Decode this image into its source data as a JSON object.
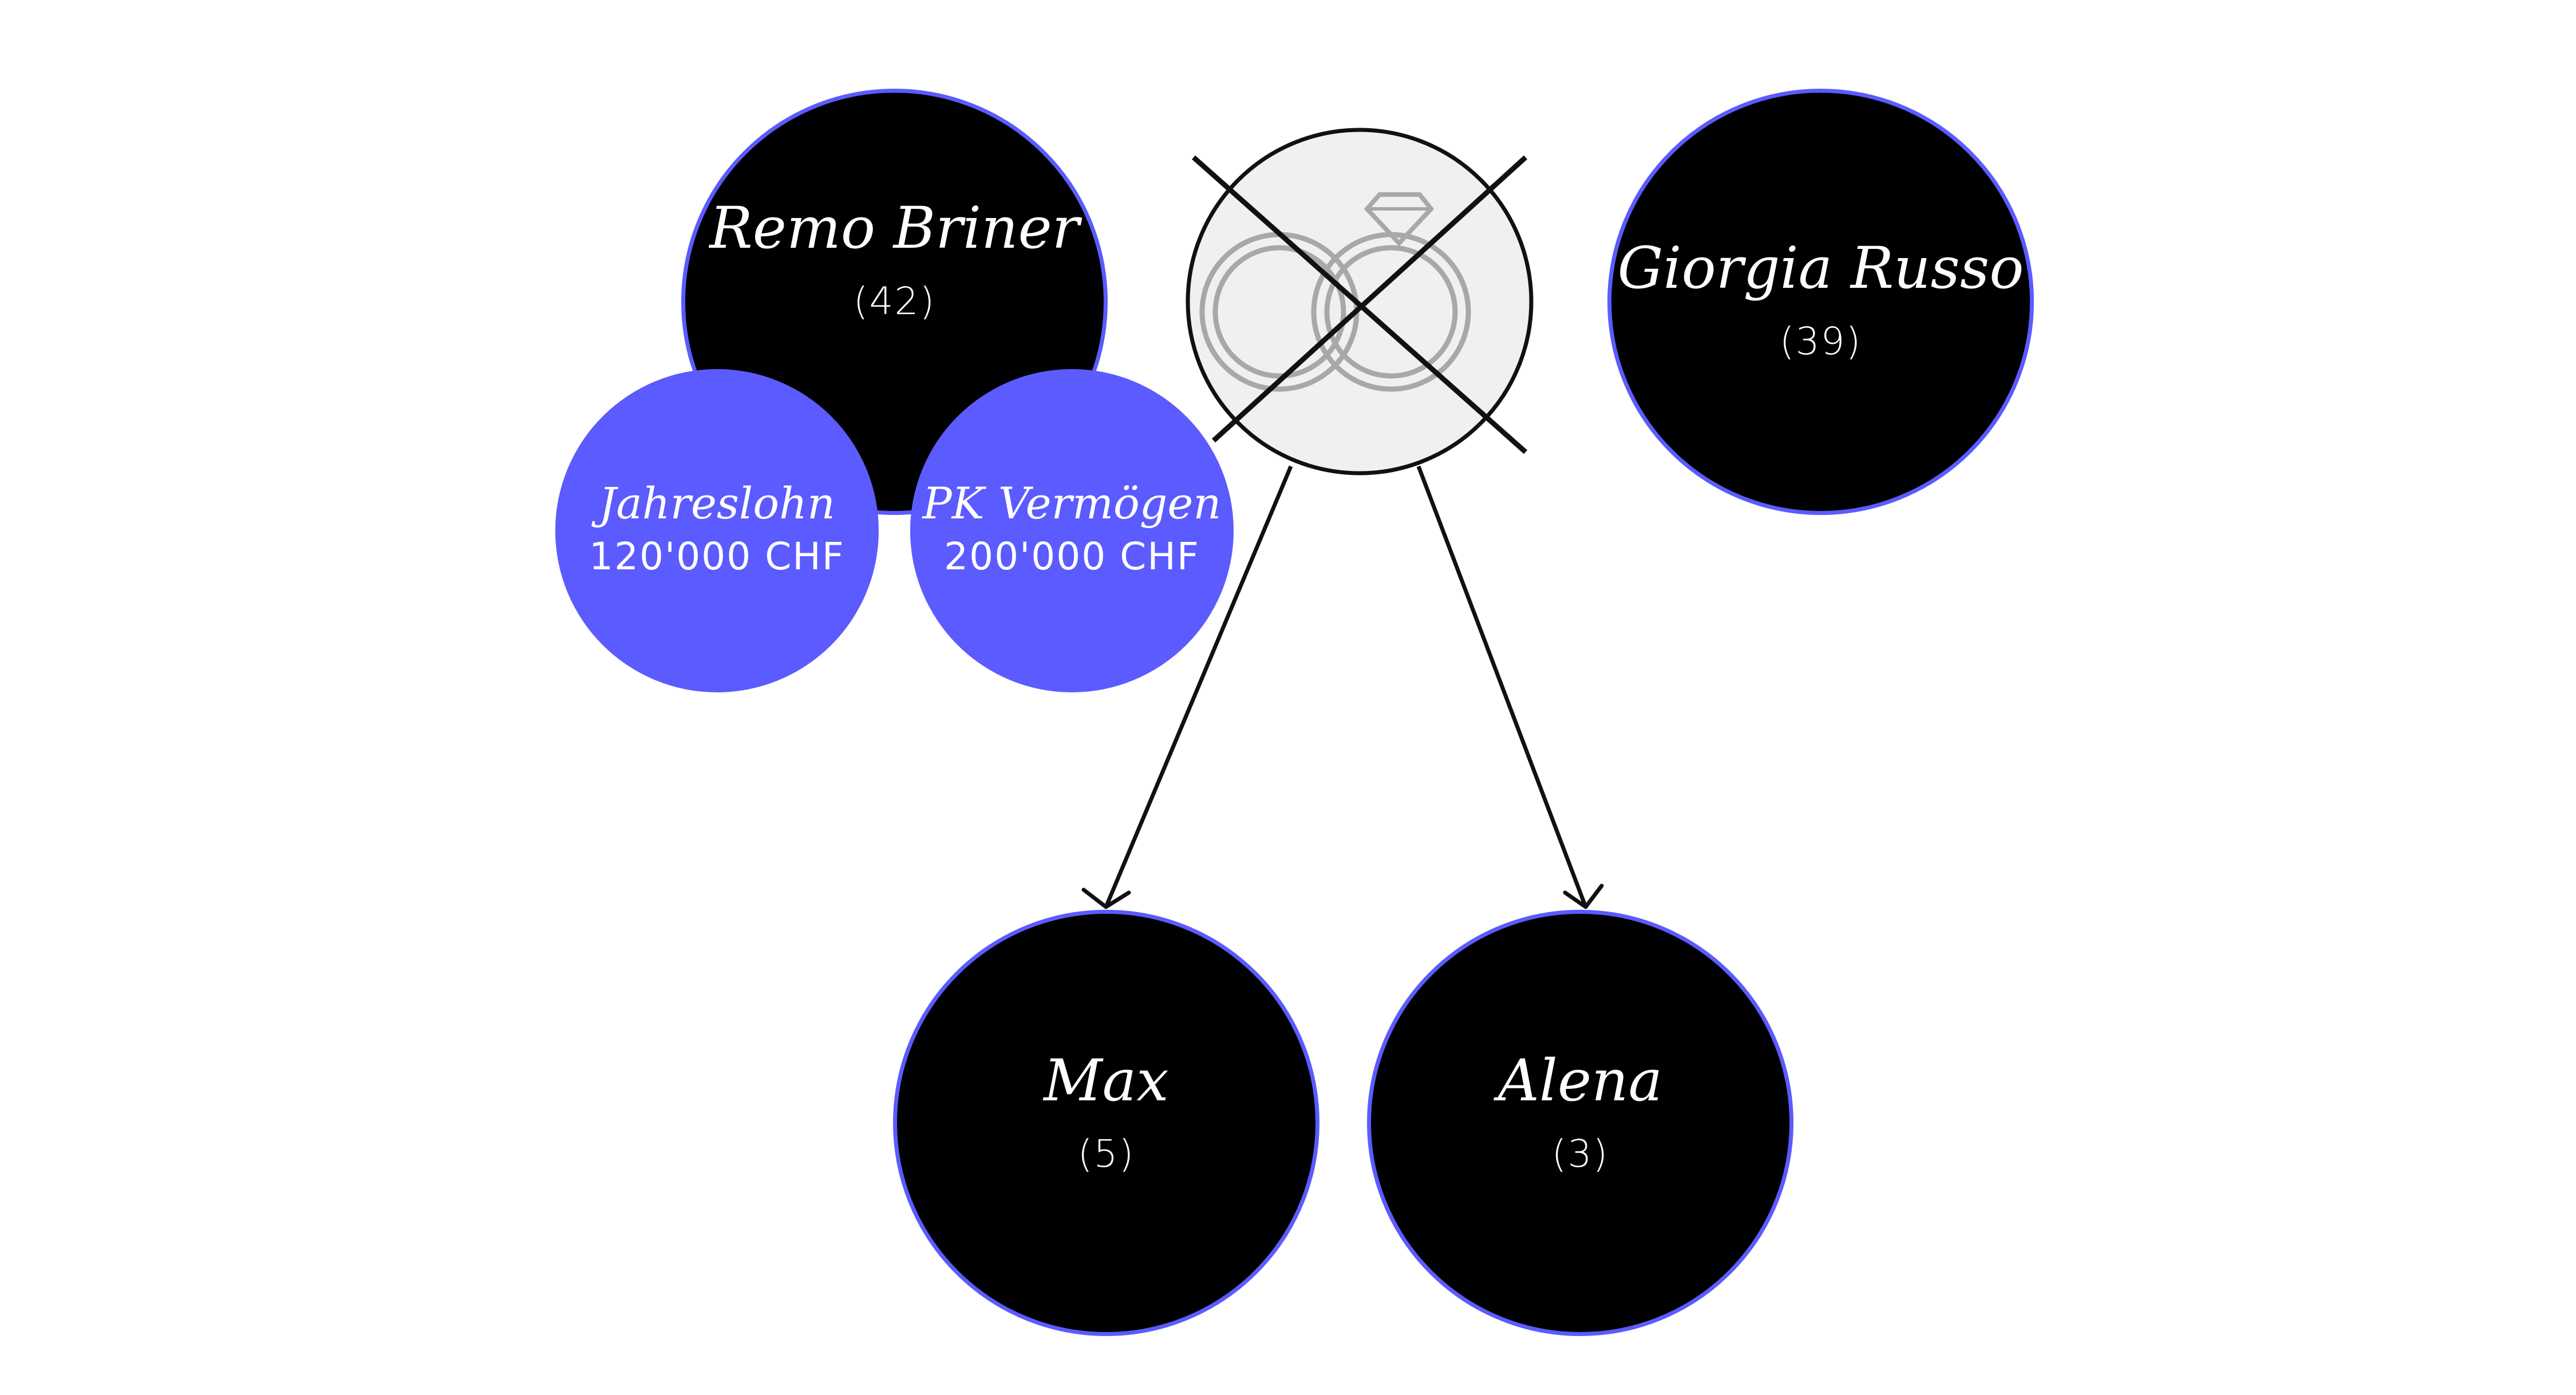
{
  "colors": {
    "accent": "#5b5bff",
    "node_fill": "#000000",
    "marriage_fill": "#f0f0ee"
  },
  "parents": [
    {
      "name": "Remo Briner",
      "age": "(42)"
    },
    {
      "name": "Giorgia Russo",
      "age": "(39)"
    }
  ],
  "assets": [
    {
      "label": "Jahreslohn",
      "value": "120'000 CHF"
    },
    {
      "label": "PK Vermögen",
      "value": "200'000 CHF"
    }
  ],
  "marriage": {
    "icon": "wedding-rings-icon",
    "status": "divorced",
    "strike_icon": "cross-icon"
  },
  "children": [
    {
      "name": "Max",
      "age": "(5)"
    },
    {
      "name": "Alena",
      "age": "(3)"
    }
  ]
}
